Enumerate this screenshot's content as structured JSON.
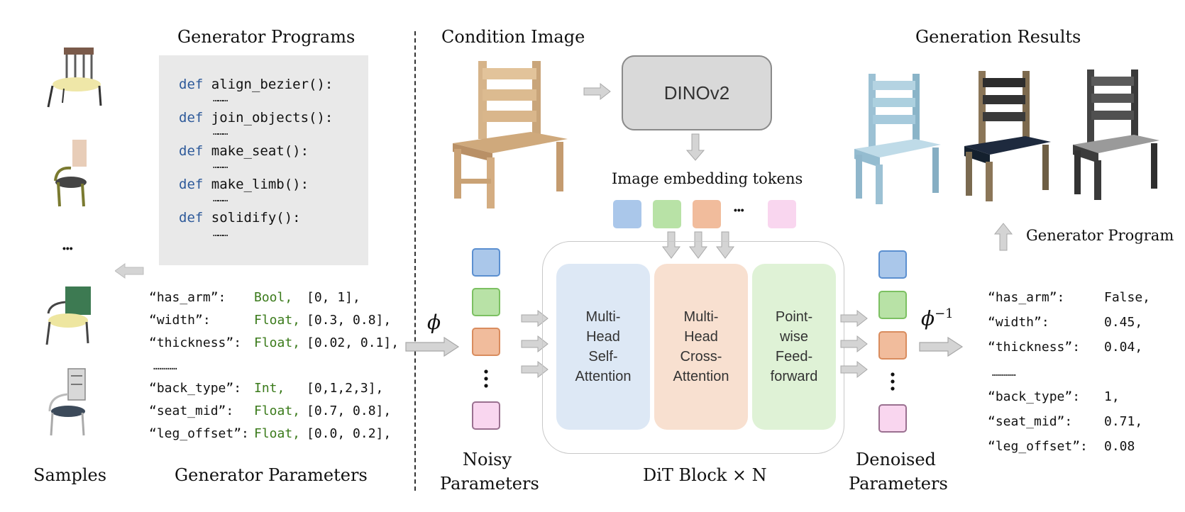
{
  "titles": {
    "generator_programs": "Generator Programs",
    "condition_image": "Condition Image",
    "generation_results": "Generation Results",
    "samples": "Samples",
    "generator_parameters": "Generator Parameters",
    "noisy_parameters_1": "Noisy",
    "noisy_parameters_2": "Parameters",
    "dit_block": "DiT Block × N",
    "denoised_parameters_1": "Denoised",
    "denoised_parameters_2": "Parameters",
    "image_embedding_tokens": "Image embedding tokens",
    "generator_program": "Generator Program"
  },
  "encoder": {
    "label": "DINOv2"
  },
  "code": {
    "keyword": "def",
    "functions": [
      "align_bezier():",
      "join_objects():",
      "make_seat():",
      "make_limb():",
      "solidify():"
    ],
    "ellipsis": "………"
  },
  "parameters": [
    {
      "name": "“has_arm”:",
      "type": "Bool,",
      "range": "[0, 1],"
    },
    {
      "name": "“width”:",
      "type": "Float,",
      "range": "[0.3, 0.8],"
    },
    {
      "name": "“thickness”:",
      "type": "Float,",
      "range": "[0.02, 0.1],"
    },
    {
      "name": "…………",
      "type": "",
      "range": ""
    },
    {
      "name": "“back_type”:",
      "type": "Int,",
      "range": "[0,1,2,3],"
    },
    {
      "name": "“seat_mid”:",
      "type": "Float,",
      "range": "[0.7, 0.8],"
    },
    {
      "name": "“leg_offset”:",
      "type": "Float,",
      "range": "[0.0, 0.2],"
    }
  ],
  "outputs": [
    {
      "name": "“has_arm”:",
      "value": "False,"
    },
    {
      "name": "“width”:",
      "value": "0.45,"
    },
    {
      "name": "“thickness”:",
      "value": "0.04,"
    },
    {
      "name": "…………",
      "value": ""
    },
    {
      "name": "“back_type”:",
      "value": "1,"
    },
    {
      "name": "“seat_mid”:",
      "value": "0.71,"
    },
    {
      "name": "“leg_offset”:",
      "value": "0.08"
    }
  ],
  "dit_blocks": [
    {
      "label": "Multi-\nHead\nSelf-\nAttention",
      "color": "#dde8f5"
    },
    {
      "label": "Multi-\nHead\nCross-\nAttention",
      "color": "#f8e0d0"
    },
    {
      "label": "Point-\nwise\nFeed-\nforward",
      "color": "#dff2d6"
    }
  ],
  "token_colors": {
    "blue": "#aac7ea",
    "blue_border": "#5b8fd0",
    "green": "#b8e2a6",
    "green_border": "#7cc062",
    "orange": "#f1bc9c",
    "orange_border": "#d98c5e",
    "pink": "#f9d6ef",
    "pink_border": "#9a7090"
  },
  "symbols": {
    "phi": "ϕ",
    "phi_inv": "ϕ",
    "phi_inv_sup": "−1",
    "ellipsis_dots": "•••"
  }
}
